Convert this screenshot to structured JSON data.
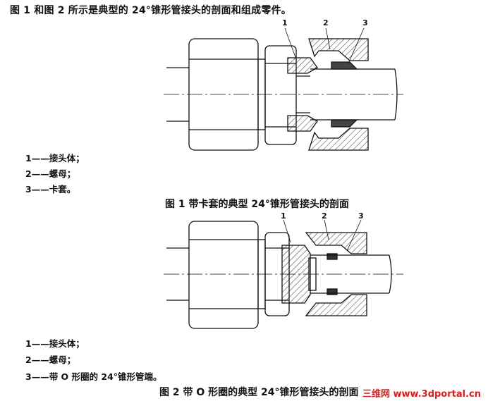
{
  "intro": "图 1 和图 2 所示是典型的 24°锥形管接头的剖面和组成零件。",
  "figure1": {
    "callouts": [
      "1",
      "2",
      "3"
    ],
    "legend": [
      "1——接头体；",
      "2——螺母；",
      "3——卡套。"
    ],
    "caption": "图 1    带卡套的典型 24°锥形管接头的剖面"
  },
  "figure2": {
    "callouts": [
      "1",
      "2",
      "3"
    ],
    "legend": [
      "1——接头体；",
      "2——螺母；",
      "3——带 O 形圈的 24°锥形管端。"
    ],
    "caption": "图 2    带 O 形圈的典型 24°锥形管接头的剖面"
  },
  "watermark": "三维网 www.3dportal.cn",
  "colors": {
    "ink": "#111111",
    "watermark": "#d81f1f"
  }
}
